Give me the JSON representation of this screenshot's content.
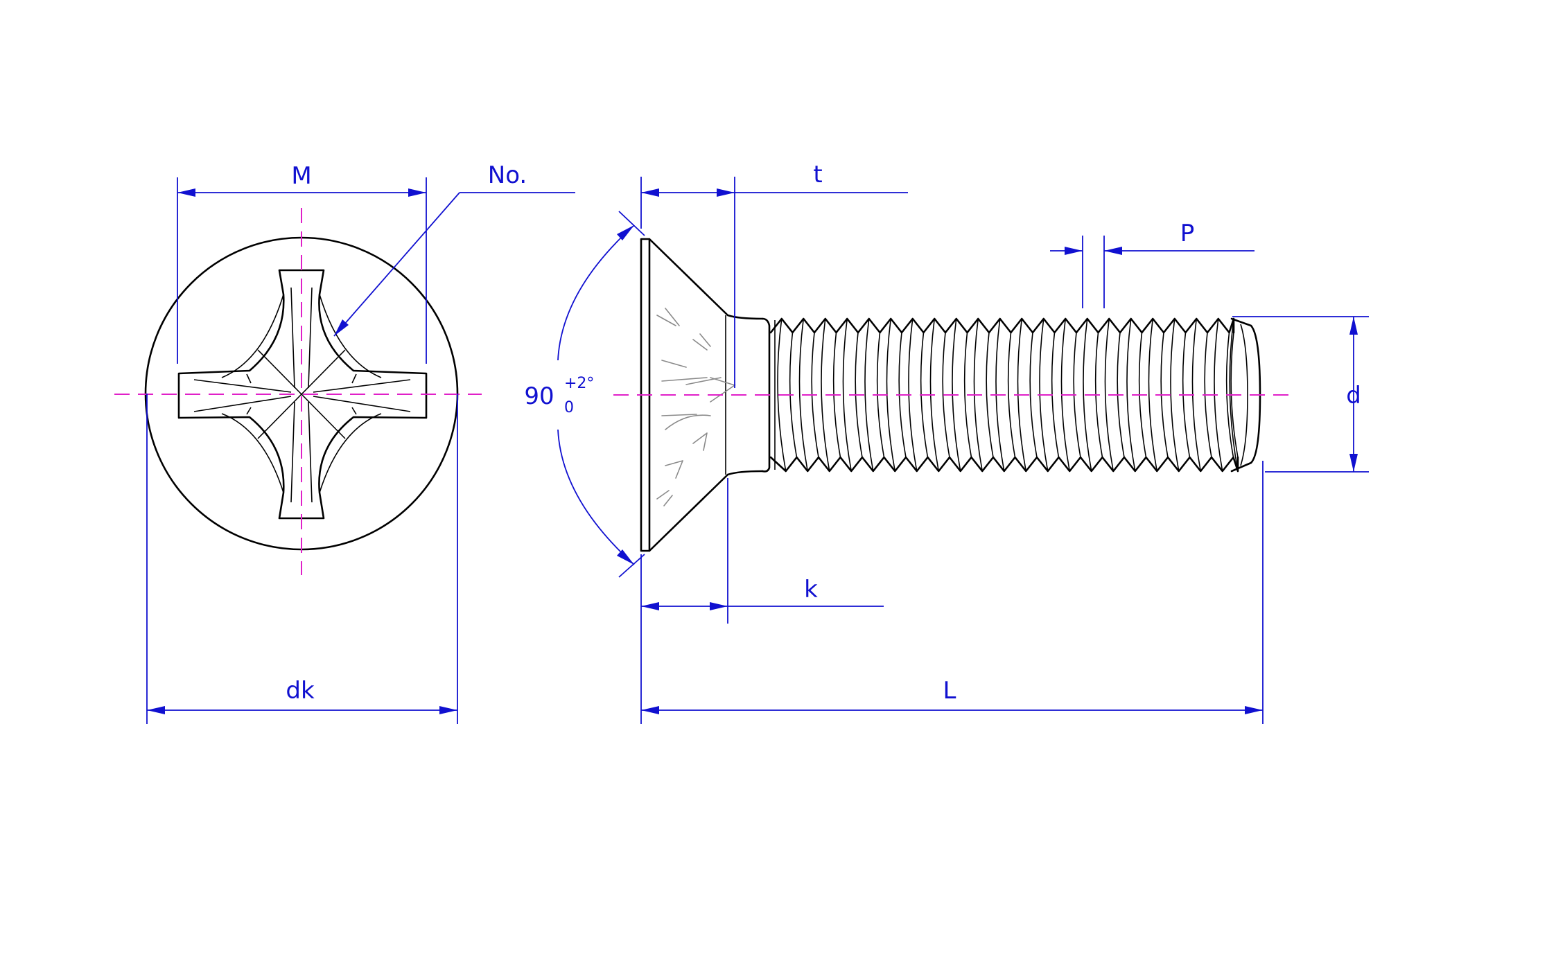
{
  "colors": {
    "dimension": "#1010d0",
    "centerline": "#e020c8",
    "outline": "#000000",
    "hatch": "#8a8a8a"
  },
  "labels": {
    "M": "M",
    "No": "No.",
    "dk": "dk",
    "t": "t",
    "k": "k",
    "L": "L",
    "P": "P",
    "d": "d",
    "angle": "90",
    "angle_tol_upper": "+2°",
    "angle_tol_lower": "0"
  }
}
